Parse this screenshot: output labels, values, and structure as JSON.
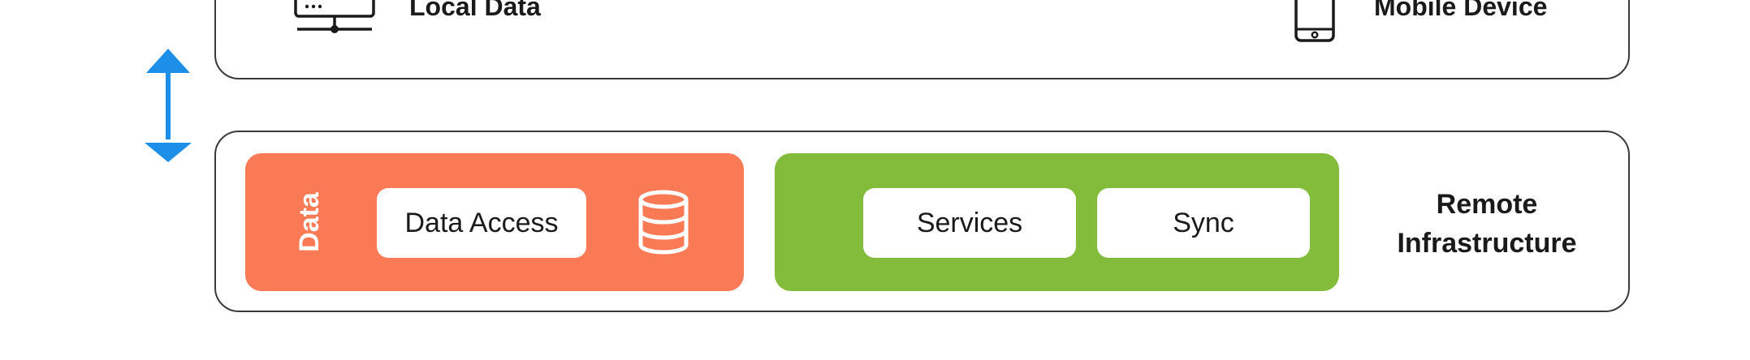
{
  "top_panel": {
    "local_data_label": "Local Data",
    "mobile_device_label": "Mobile Device",
    "icons": [
      "server-icon",
      "mobile-phone-icon"
    ]
  },
  "connector": {
    "icon": "bidirectional-arrow-icon",
    "color": "#1e8fe8"
  },
  "remote_panel": {
    "data_block": {
      "label": "Data",
      "color": "#fb7a56",
      "box_label": "Data Access",
      "icon": "database-icon"
    },
    "services_block": {
      "color": "#82bc3a",
      "boxes": [
        "Services",
        "Sync"
      ]
    },
    "title_line1": "Remote",
    "title_line2": "Infrastructure"
  }
}
